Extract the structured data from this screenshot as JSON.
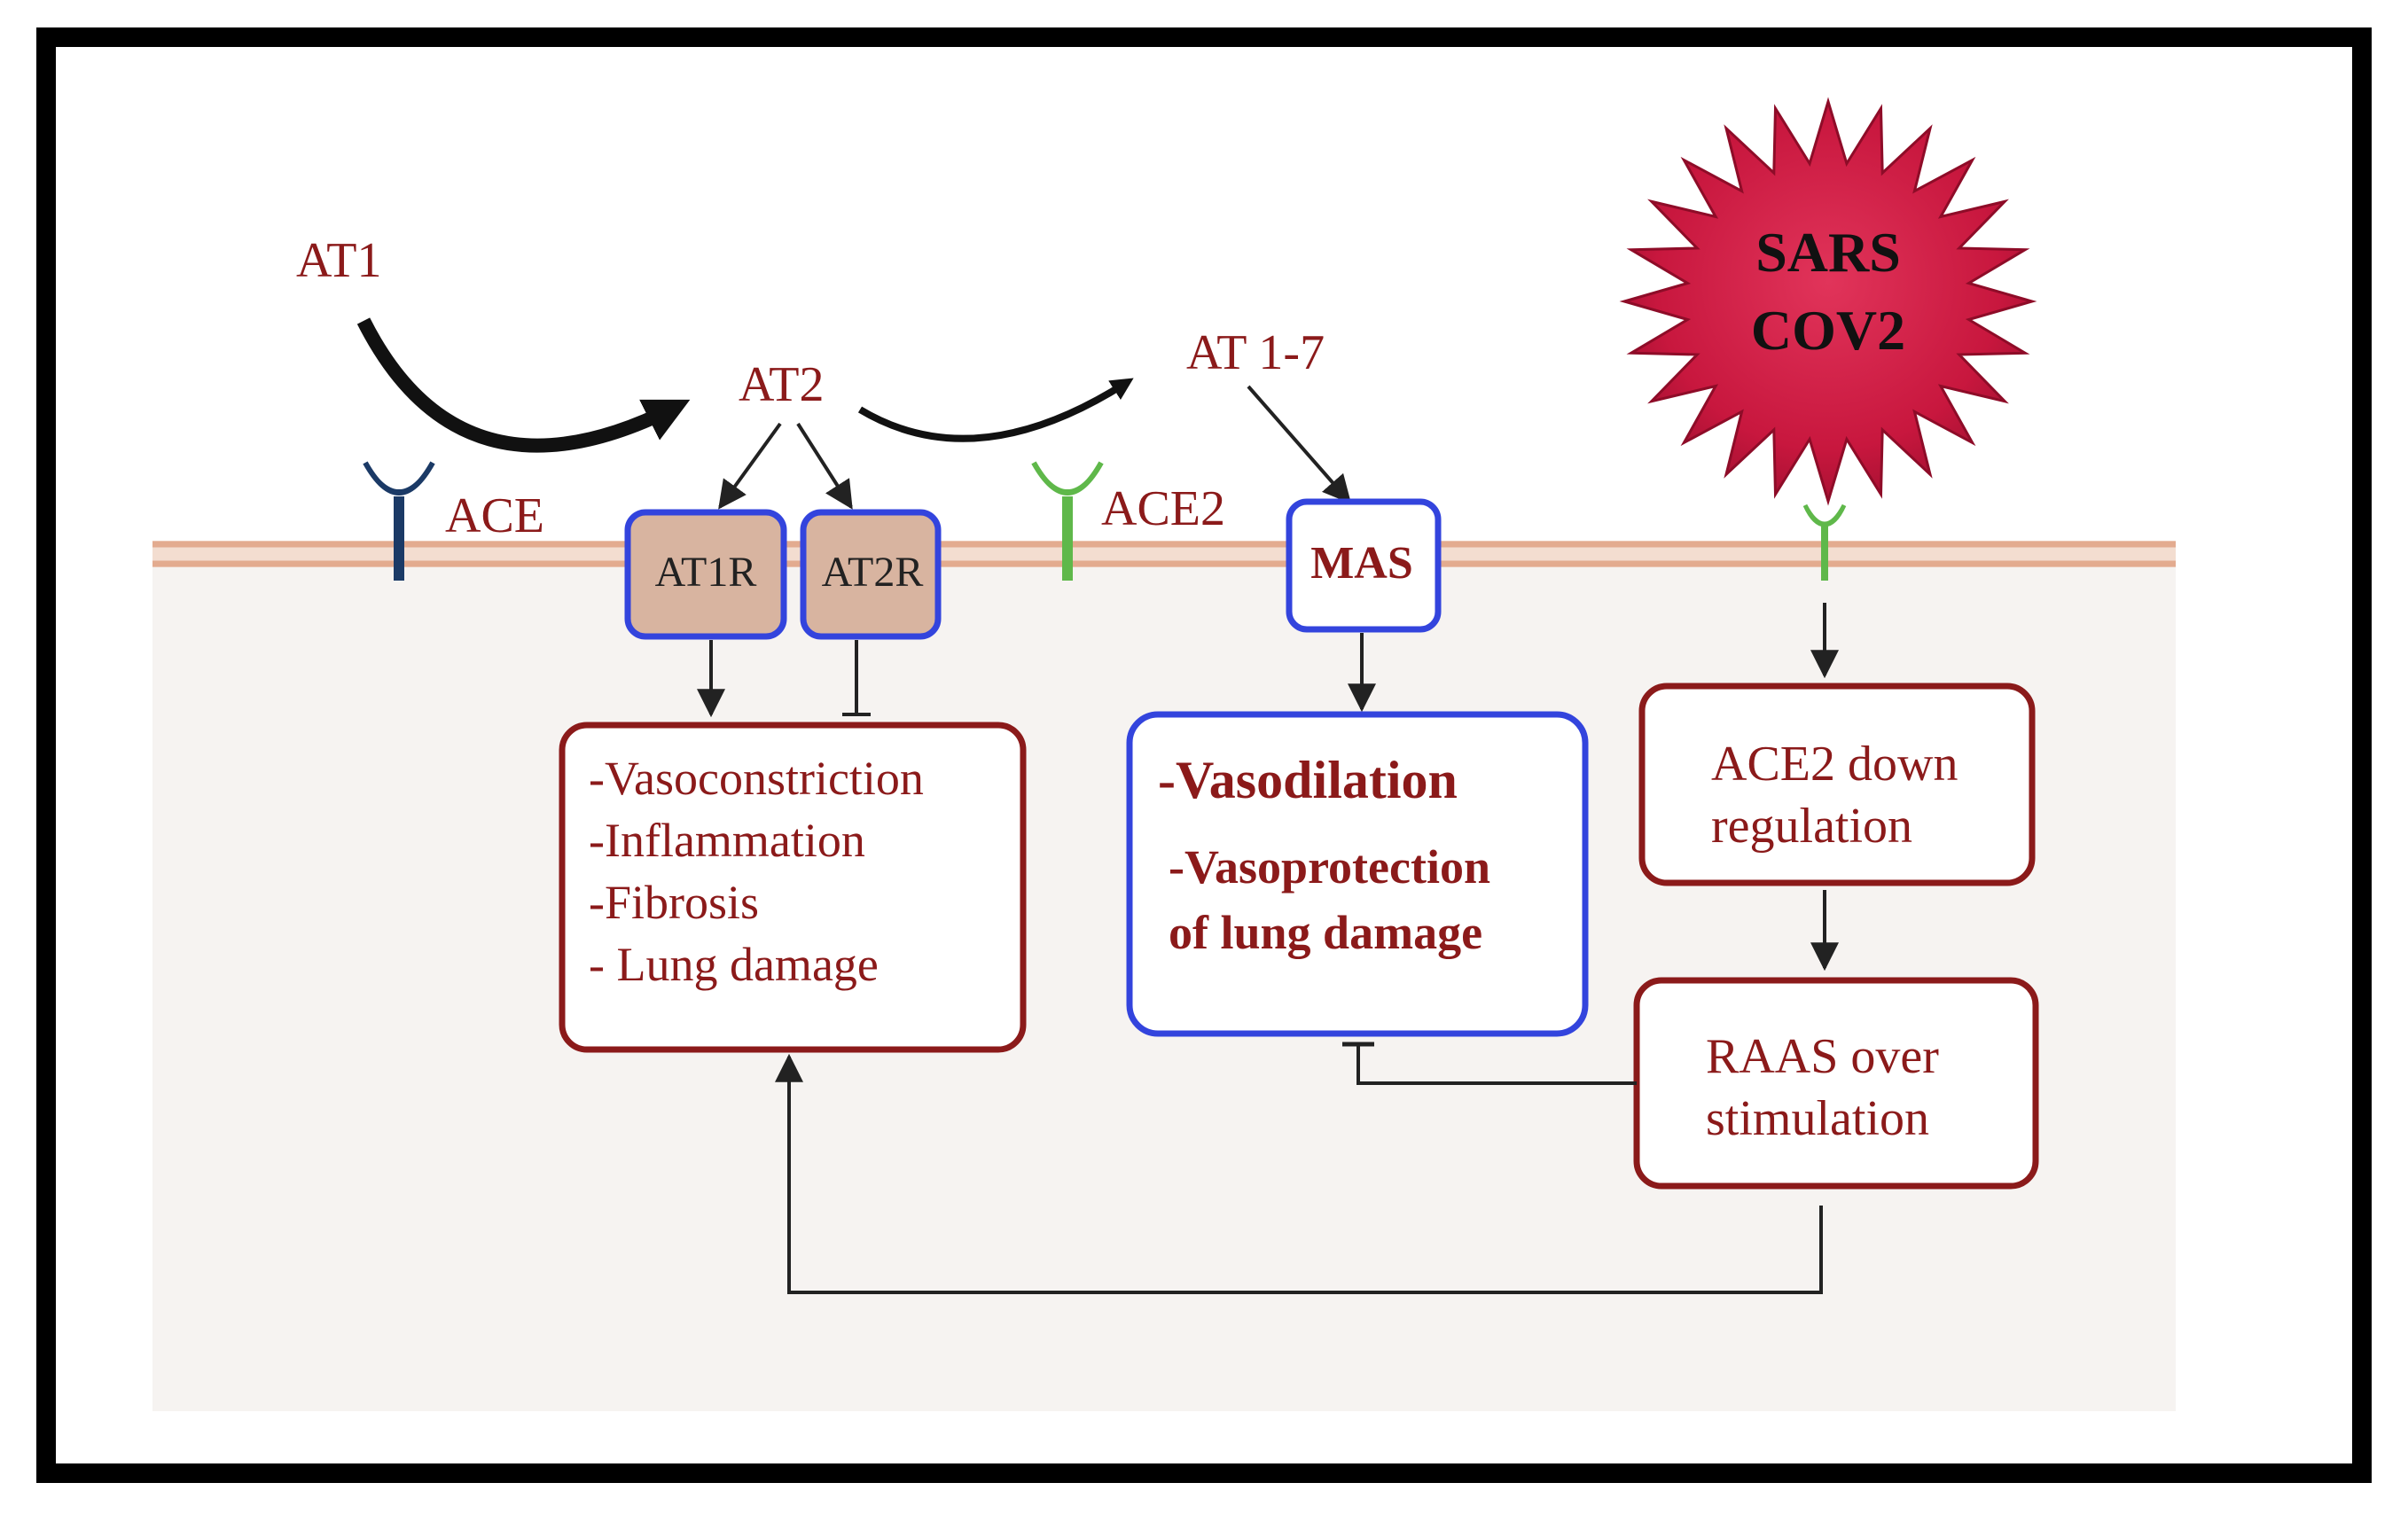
{
  "molecules": {
    "at1": "AT1",
    "at2": "AT2",
    "at17": "AT 1-7"
  },
  "enzymes": {
    "ace": "ACE",
    "ace2": "ACE2"
  },
  "receptors": {
    "at1r": "AT1R",
    "at2r": "AT2R",
    "mas": "MAS"
  },
  "virus": {
    "line1": "SARS",
    "line2": "COV2"
  },
  "effects_at1r": [
    "-Vasoconstriction",
    "-Inflammation",
    "-Fibrosis",
    "- Lung damage"
  ],
  "effects_mas": {
    "line1": "-Vasodilation",
    "line2": "-Vasoprotection",
    "line3": "of lung damage"
  },
  "ace2_down": {
    "line1": "ACE2 down",
    "line2": "regulation"
  },
  "raas": {
    "line1": "RAAS over",
    "line2": "stimulation"
  },
  "colors": {
    "text_red": "#8b1a1a",
    "box_red": "#8b1a1a",
    "box_blue": "#3344dd",
    "receptor_fill": "#d8b4a0",
    "membrane": "#e3ab8f",
    "cell_bg": "#f6f3f1",
    "ace_blue": "#1b3a66",
    "ace2_green": "#5fb84a",
    "virus_red": "#c8173e"
  }
}
